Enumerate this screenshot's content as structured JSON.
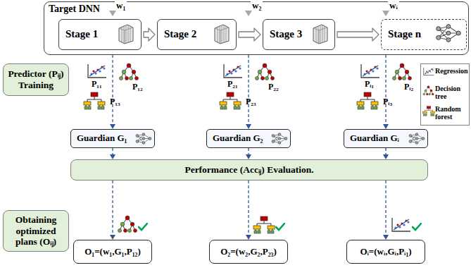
{
  "diagram": {
    "nodes": [
      {
        "text": [
          "Target DNN"
        ]
      },
      {
        "text": [
          "Stage 1"
        ],
        "in": 0
      },
      {
        "text": [
          "Stage 2"
        ],
        "in": 0
      },
      {
        "text": [
          "Stage 3"
        ],
        "in": 0
      },
      {
        "text": [
          "Stage n"
        ],
        "in": 0
      },
      {
        "text": [
          "Predictor (Pᵢⱼ) Training"
        ]
      },
      {
        "text": [
          "Guardian G₁"
        ]
      },
      {
        "text": [
          "Guardian G₂"
        ]
      },
      {
        "text": [
          "Guardian Gᵢ"
        ]
      },
      {
        "text": [
          "Performance (Accᵢⱼ) Evaluation."
        ]
      },
      {
        "text": [
          "Obtaining optimized plans (Oᵢⱼ)"
        ]
      },
      {
        "text": [
          "O₁=(w₁,G₁,P₁₂)"
        ]
      },
      {
        "text": [
          "O₂=(w₂,G₂,P₂₃)"
        ]
      },
      {
        "text": [
          "Oᵢ=(wᵢ,Gᵢ,Pᵢ₁)"
        ]
      }
    ],
    "edges": [
      {
        "from": 1,
        "to": 2,
        "arrow": "to"
      },
      {
        "from": 2,
        "to": 3,
        "arrow": "to"
      },
      {
        "from": 3,
        "to": 4,
        "arrow": "to"
      },
      {
        "from": 0,
        "to": 6,
        "arrow": "to"
      },
      {
        "from": 0,
        "to": 7,
        "arrow": "to"
      },
      {
        "from": 0,
        "to": 8,
        "arrow": "to"
      },
      {
        "from": 6,
        "to": 9,
        "arrow": "to"
      },
      {
        "from": 7,
        "to": 9,
        "arrow": "to"
      },
      {
        "from": 8,
        "to": 9,
        "arrow": "to"
      },
      {
        "from": 9,
        "to": 11,
        "arrow": "to"
      },
      {
        "from": 9,
        "to": 12,
        "arrow": "to"
      },
      {
        "from": 9,
        "to": 13,
        "arrow": "to"
      }
    ],
    "labels": [
      "w₁",
      "w₂",
      "wᵢ",
      "P₁₁",
      "P₁₂",
      "P₁₃",
      "P₂₁",
      "P₂₂",
      "P₂₃",
      "Pᵢ₁",
      "Pᵢ₂",
      "Pᵢ₃"
    ],
    "legend": [
      {
        "text": "Regression"
      },
      {
        "text": "Decision tree"
      },
      {
        "text": "Random forest"
      }
    ]
  }
}
